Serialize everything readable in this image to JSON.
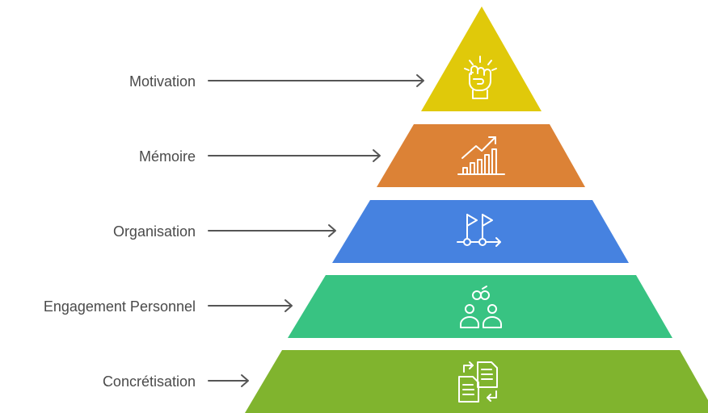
{
  "pyramid": {
    "levels": [
      {
        "label": "Motivation",
        "color": "#E0C90A",
        "icon": "raised-fist-icon"
      },
      {
        "label": "Mémoire",
        "color": "#DC8236",
        "icon": "growth-chart-icon"
      },
      {
        "label": "Organisation",
        "color": "#4682E0",
        "icon": "route-flags-icon"
      },
      {
        "label": "Engagement Personnel",
        "color": "#38C382",
        "icon": "linked-people-icon"
      },
      {
        "label": "Concrétisation",
        "color": "#80B42E",
        "icon": "document-exchange-icon"
      }
    ]
  }
}
